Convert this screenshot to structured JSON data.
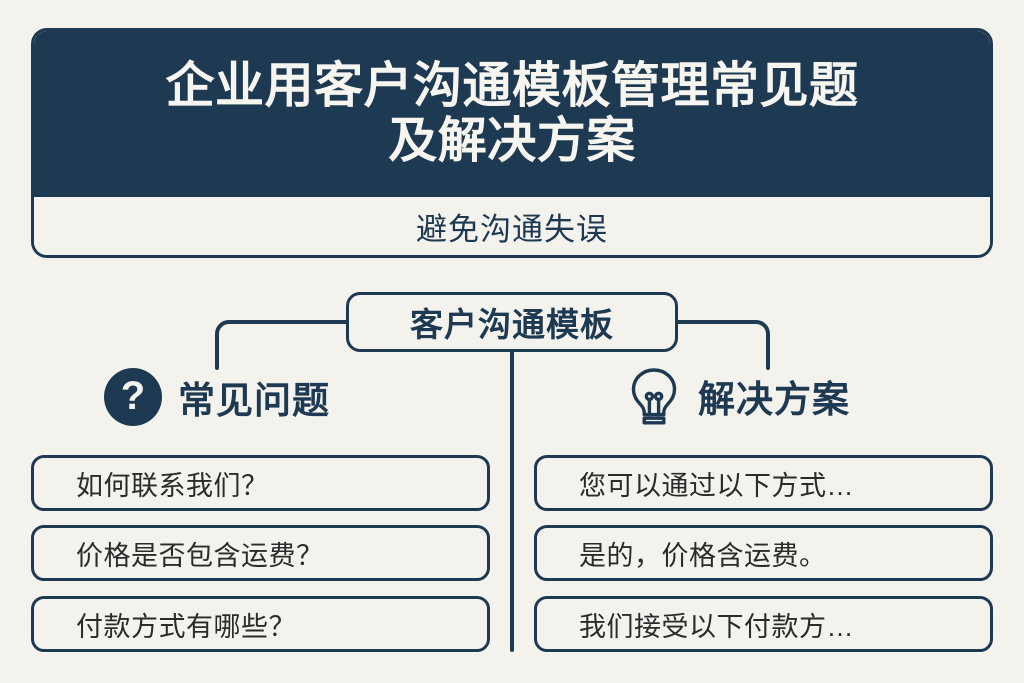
{
  "header": {
    "title": "企业用客户沟通模板管理常见题\n及解决方案",
    "subtitle": "避免沟通失误"
  },
  "center_node": {
    "label": "客户沟通模板"
  },
  "branches": {
    "left": {
      "icon": "question-mark-circle-icon",
      "label": "常见问题",
      "items": [
        {
          "text": "如何联系我们？"
        },
        {
          "text": "价格是否包含运费？"
        },
        {
          "text": "付款方式有哪些？"
        }
      ]
    },
    "right": {
      "icon": "lightbulb-icon",
      "label": "解决方案",
      "items": [
        {
          "text": "您可以通过以下方式…"
        },
        {
          "text": "是的，价格含运费。"
        },
        {
          "text": "我们接受以下付款方…"
        }
      ]
    }
  },
  "icons": {
    "question_mark": "?"
  },
  "colors": {
    "navy": "#1e3a52",
    "background": "#f4f2ed",
    "title_text": "#f7f5f0",
    "body_text": "#2b2b2b"
  }
}
